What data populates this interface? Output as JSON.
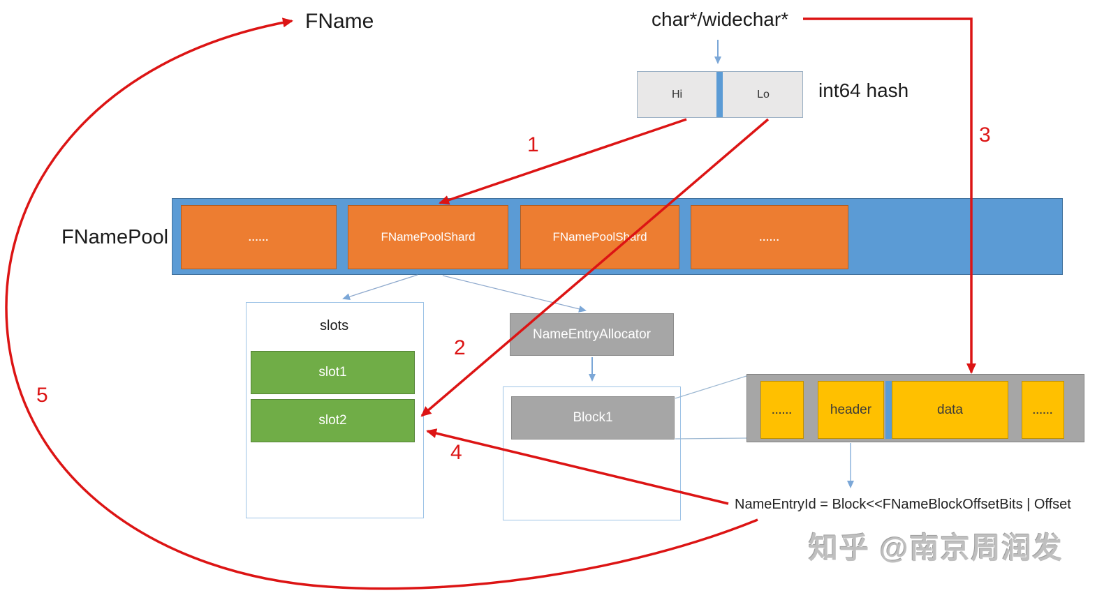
{
  "labels": {
    "fname": "FName",
    "char_ptr": "char*/widechar*",
    "int64_hash": "int64 hash",
    "fname_pool": "FNamePool",
    "slots_title": "slots",
    "formula": "NameEntryId = Block<<FNameBlockOffsetBits | Offset",
    "watermark": "知乎 @南京周润发"
  },
  "hash_box": {
    "hi": "Hi",
    "lo": "Lo"
  },
  "pool": {
    "cells": [
      {
        "label": "......"
      },
      {
        "label": "FNamePoolShard"
      },
      {
        "label": "FNamePoolShard"
      },
      {
        "label": "......"
      }
    ]
  },
  "slots": {
    "items": [
      {
        "label": "slot1"
      },
      {
        "label": "slot2"
      }
    ]
  },
  "allocator": {
    "title": "NameEntryAllocator",
    "block_label": "Block1"
  },
  "block_bar": {
    "cells": [
      {
        "label": "......"
      },
      {
        "label": "header"
      },
      {
        "label": "data"
      },
      {
        "label": "......"
      }
    ]
  },
  "steps": [
    {
      "label": "1"
    },
    {
      "label": "2"
    },
    {
      "label": "3"
    },
    {
      "label": "4"
    },
    {
      "label": "5"
    }
  ],
  "colors": {
    "pool_blue": "#5B9BD5",
    "shard_orange": "#ED7D31",
    "slot_green": "#70AD47",
    "allocator_gray": "#A6A6A6",
    "entry_yellow": "#FFC000",
    "arrow_red": "#DC1414",
    "connector_blue": "#7BA7D7"
  }
}
